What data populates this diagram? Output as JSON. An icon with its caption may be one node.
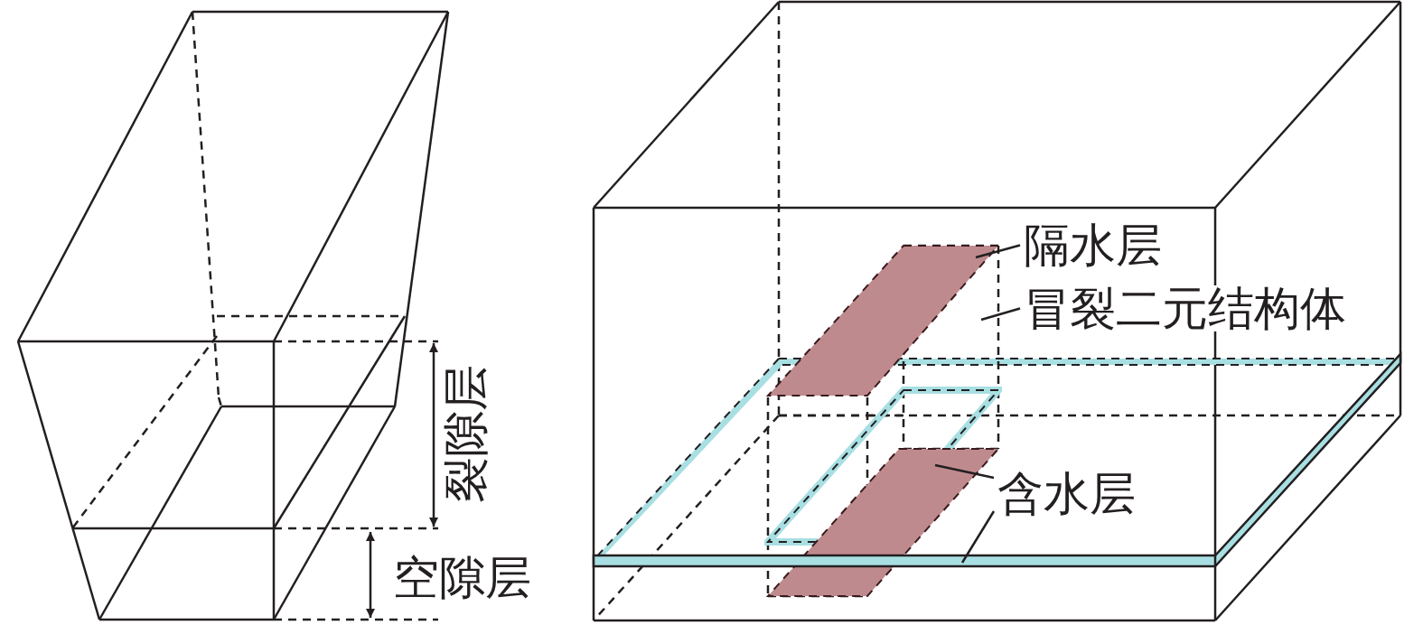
{
  "diagram": {
    "nodes": [
      {
        "text": [
          "隔水层"
        ]
      },
      {
        "text": [
          "冒裂二元结构体"
        ]
      },
      {
        "text": [
          "含水层"
        ]
      },
      {
        "text": [],
        "shape": "box"
      },
      {
        "text": [],
        "shape": "parallelogram",
        "in": 3
      },
      {
        "text": [],
        "shape": "frame",
        "in": 3
      },
      {
        "text": [],
        "shape": "parallelogram",
        "in": 3
      },
      {
        "text": [],
        "shape": "bar"
      }
    ],
    "edges": [
      {
        "from": 0,
        "to": 4,
        "arrow": "none"
      },
      {
        "from": 1,
        "to": 3,
        "arrow": "none"
      },
      {
        "from": 2,
        "to": 5,
        "arrow": "none"
      },
      {
        "from": 2,
        "to": 7,
        "arrow": "none"
      }
    ],
    "labels": [
      "裂隙层",
      "空隙层"
    ]
  }
}
